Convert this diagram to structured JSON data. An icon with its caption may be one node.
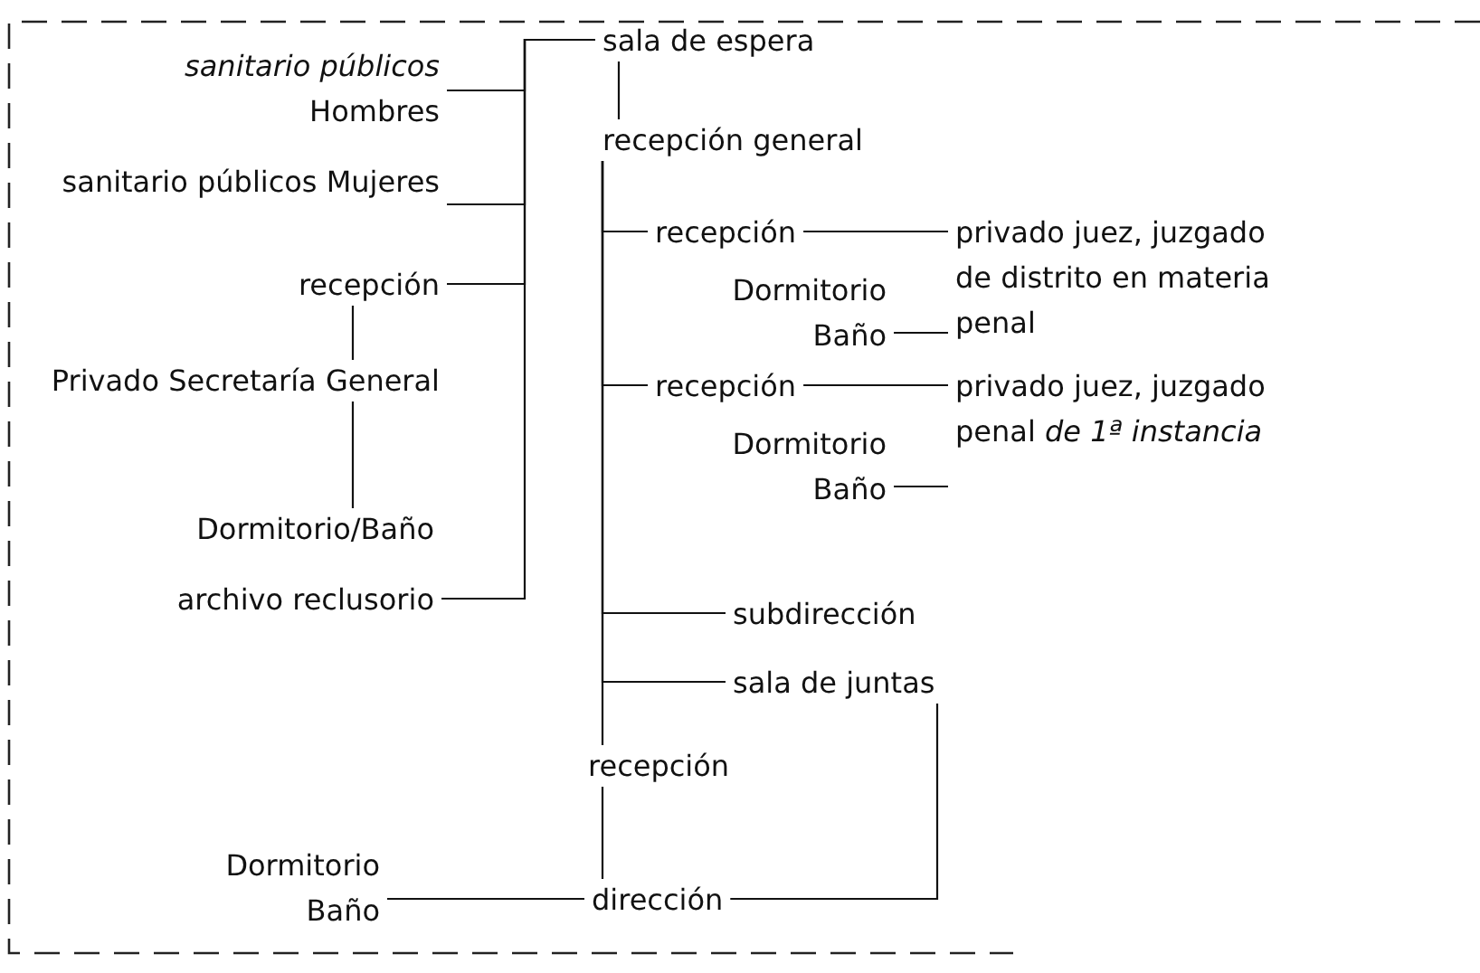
{
  "diagram": {
    "nodes": [
      {
        "text": [
          "sala de espera"
        ]
      },
      {
        "text": [
          "*sanitario públicos* Hombres"
        ]
      },
      {
        "text": [
          "sanitario públicos Mujeres"
        ]
      },
      {
        "text": [
          "recepción"
        ]
      },
      {
        "text": [
          "Privado Secretaría General"
        ]
      },
      {
        "text": [
          "Dormitorio/Baño"
        ]
      },
      {
        "text": [
          "archivo reclusorio"
        ]
      },
      {
        "text": [
          "recepción general"
        ]
      },
      {
        "text": [
          "recepción"
        ]
      },
      {
        "text": [
          "privado juez, juzgado de distrito en materia penal"
        ]
      },
      {
        "text": [
          "Dormitorio Baño"
        ]
      },
      {
        "text": [
          "recepción"
        ]
      },
      {
        "text": [
          "privado juez, juzgado penal *de 1ª instancia*"
        ]
      },
      {
        "text": [
          "Dormitorio Baño"
        ]
      },
      {
        "text": [
          "subdirección"
        ]
      },
      {
        "text": [
          "sala de juntas"
        ]
      },
      {
        "text": [
          "recepción"
        ]
      },
      {
        "text": [
          "Dormitorio Baño"
        ]
      },
      {
        "text": [
          "dirección"
        ]
      }
    ],
    "edges": [
      {
        "from": 0,
        "to": 1,
        "arrow": "none"
      },
      {
        "from": 0,
        "to": 2,
        "arrow": "none"
      },
      {
        "from": 0,
        "to": 3,
        "arrow": "none"
      },
      {
        "from": 0,
        "to": 6,
        "arrow": "none"
      },
      {
        "from": 0,
        "to": 7,
        "arrow": "none"
      },
      {
        "from": 3,
        "to": 4,
        "arrow": "none"
      },
      {
        "from": 4,
        "to": 5,
        "arrow": "none"
      },
      {
        "from": 7,
        "to": 8,
        "arrow": "none"
      },
      {
        "from": 7,
        "to": 11,
        "arrow": "none"
      },
      {
        "from": 7,
        "to": 14,
        "arrow": "none"
      },
      {
        "from": 7,
        "to": 15,
        "arrow": "none"
      },
      {
        "from": 7,
        "to": 16,
        "arrow": "none"
      },
      {
        "from": 8,
        "to": 9,
        "arrow": "none"
      },
      {
        "from": 10,
        "to": 9,
        "arrow": "none"
      },
      {
        "from": 11,
        "to": 12,
        "arrow": "none"
      },
      {
        "from": 13,
        "to": 12,
        "arrow": "none"
      },
      {
        "from": 16,
        "to": 18,
        "arrow": "none"
      },
      {
        "from": 17,
        "to": 18,
        "arrow": "none"
      },
      {
        "from": 18,
        "to": 15,
        "arrow": "none"
      }
    ]
  }
}
